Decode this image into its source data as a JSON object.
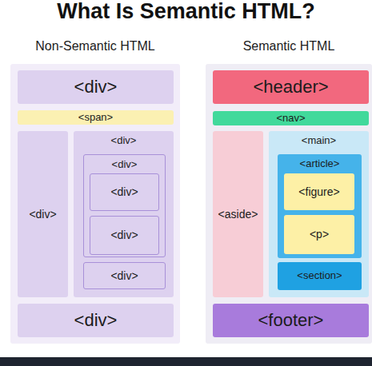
{
  "diagram": {
    "title": "What Is Semantic HTML?",
    "nodes": [
      {
        "text": [
          "Non-Semantic HTML"
        ]
      },
      {
        "text": [
          "<div>"
        ],
        "in": 0
      },
      {
        "text": [
          "<span>"
        ],
        "in": 0
      },
      {
        "text": [
          "<div>"
        ],
        "in": 0
      },
      {
        "text": [
          "<div>"
        ],
        "in": 0
      },
      {
        "text": [
          "<div>"
        ],
        "in": 4
      },
      {
        "text": [
          "<div>"
        ],
        "in": 5
      },
      {
        "text": [
          "<div>"
        ],
        "in": 5
      },
      {
        "text": [
          "<div>"
        ],
        "in": 4
      },
      {
        "text": [
          "<div>"
        ],
        "in": 0
      },
      {
        "text": [
          "Semantic HTML"
        ]
      },
      {
        "text": [
          "<header>"
        ],
        "in": 10
      },
      {
        "text": [
          "<nav>"
        ],
        "in": 10
      },
      {
        "text": [
          "<aside>"
        ],
        "in": 10
      },
      {
        "text": [
          "<main>"
        ],
        "in": 10
      },
      {
        "text": [
          "<article>"
        ],
        "in": 14
      },
      {
        "text": [
          "<figure>"
        ],
        "in": 15
      },
      {
        "text": [
          "<p>"
        ],
        "in": 15
      },
      {
        "text": [
          "<section>"
        ],
        "in": 14
      },
      {
        "text": [
          "<footer>"
        ],
        "in": 10
      }
    ]
  }
}
